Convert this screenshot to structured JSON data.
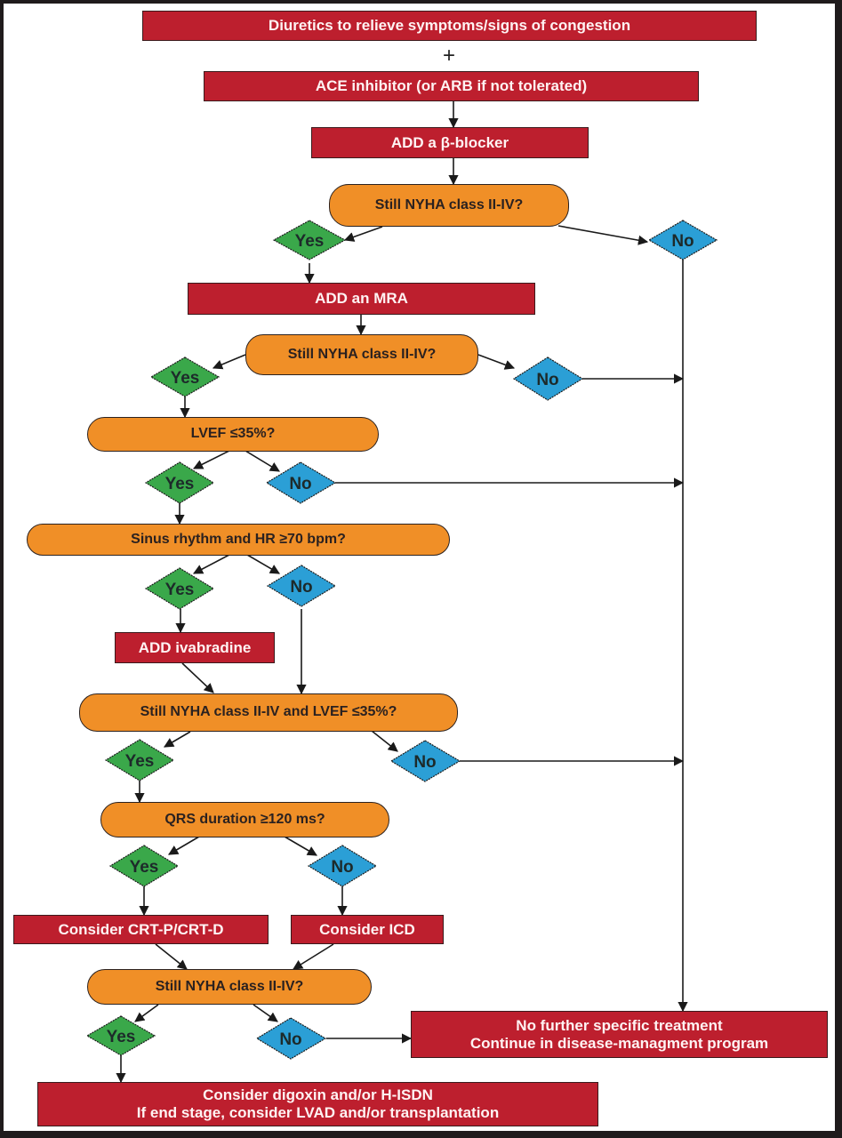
{
  "colors": {
    "action": "#bd1f2e",
    "question": "#f08f27",
    "yes": "#3aa84a",
    "no": "#2b9fd6",
    "frame": "#1f1b1c"
  },
  "connector_plus": "+",
  "nodes": {
    "diuretics": "Diuretics to relieve symptoms/signs of congestion",
    "ace": "ACE inhibitor (or ARB if not tolerated)",
    "beta": "ADD a β-blocker",
    "q1": "Still NYHA class II-IV?",
    "mra": "ADD an MRA",
    "q2": "Still NYHA class II-IV?",
    "q3": "LVEF ≤35%?",
    "q4": "Sinus rhythm and HR ≥70 bpm?",
    "ivabradine": "ADD ivabradine",
    "q5": "Still NYHA class II-IV and LVEF ≤35%?",
    "q6": "QRS duration ≥120 ms?",
    "crt": "Consider CRT-P/CRT-D",
    "icd": "Consider ICD",
    "q7": "Still NYHA class II-IV?",
    "nofurther_line1": "No further specific treatment",
    "nofurther_line2": "Continue in disease-managment program",
    "digoxin_line1": "Consider digoxin and/or H-ISDN",
    "digoxin_line2": "If end stage, consider LVAD and/or transplantation"
  },
  "decisions": {
    "yes": "Yes",
    "no": "No"
  }
}
